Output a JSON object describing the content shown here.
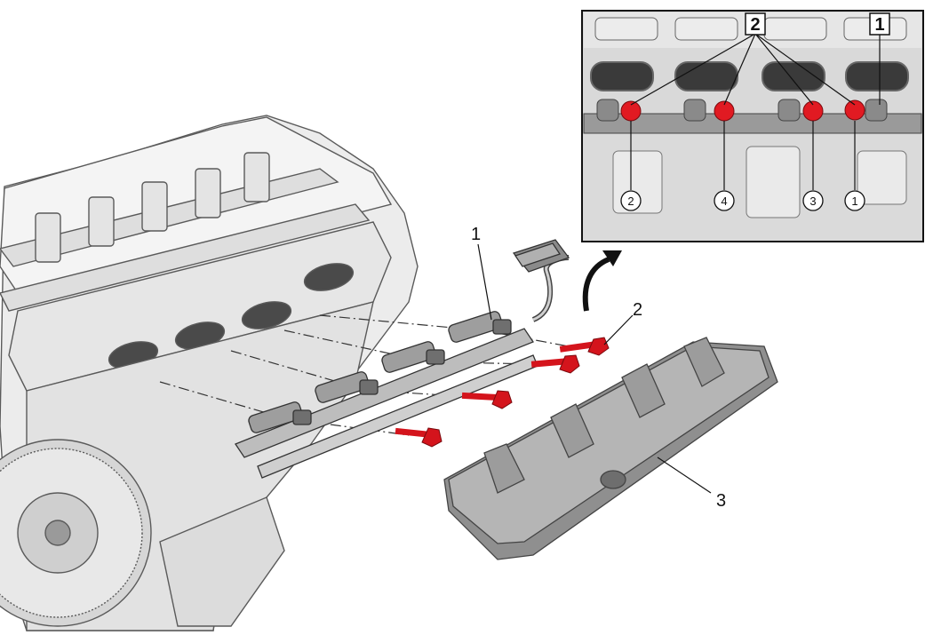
{
  "main_view": {
    "callouts": [
      "1",
      "2",
      "3"
    ]
  },
  "inset": {
    "boxed_labels": [
      "2",
      "1"
    ],
    "sequence": [
      "2",
      "4",
      "3",
      "1"
    ]
  },
  "colors": {
    "bolt": "#d4141c",
    "engine_fill": "#ececec",
    "engine_line": "#5a5a5a",
    "shield": "#9a9a9a",
    "inset_bg": "#d9d9d9"
  }
}
